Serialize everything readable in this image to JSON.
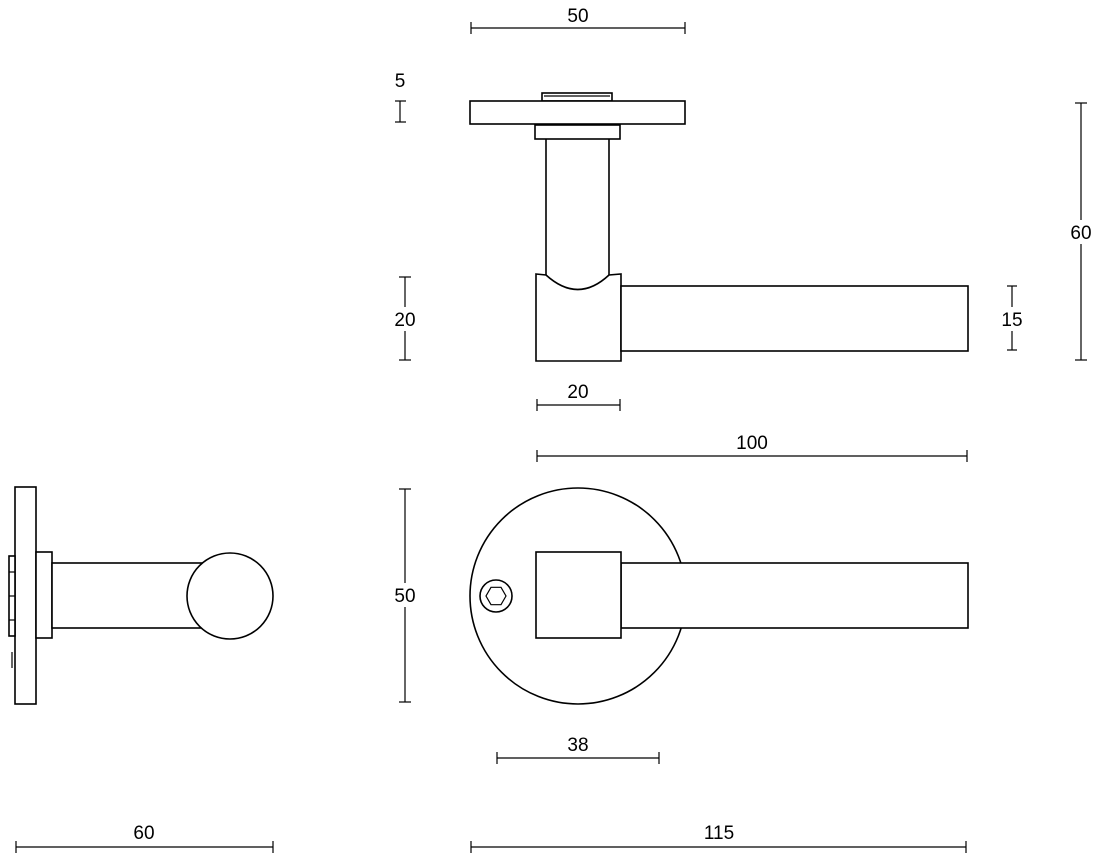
{
  "drawing": {
    "colors": {
      "line": "#000000",
      "background": "#ffffff"
    },
    "dimensions": {
      "top_width": "50",
      "rose_thickness": "5",
      "total_height": "60",
      "block_height": "20",
      "lever_height": "15",
      "block_width": "20",
      "lever_length": "100",
      "rose_diameter": "50",
      "screw_offset": "38",
      "side_projection": "60",
      "overall_length": "115"
    }
  }
}
